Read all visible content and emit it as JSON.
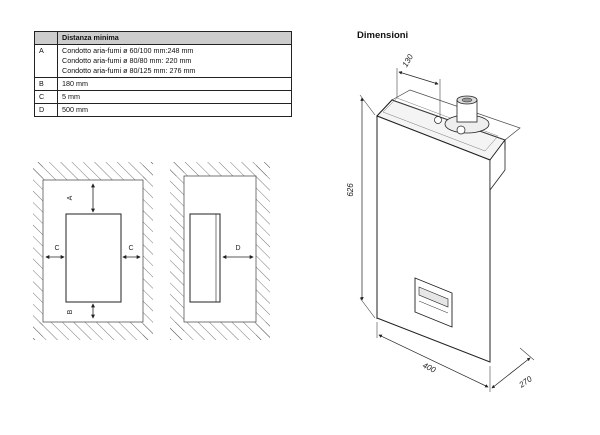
{
  "table": {
    "header": [
      "",
      "Distanza minima"
    ],
    "rows": [
      {
        "key": "A",
        "lines": [
          "Condotto aria-fumi ø 60/100 mm:248 mm",
          "Condotto aria-fumi ø 80/80 mm: 220 mm",
          "Condotto aria-fumi ø 80/125 mm: 276 mm"
        ]
      },
      {
        "key": "B",
        "lines": [
          "180 mm"
        ]
      },
      {
        "key": "C",
        "lines": [
          "5 mm"
        ]
      },
      {
        "key": "D",
        "lines": [
          "500 mm"
        ]
      }
    ]
  },
  "clearance_labels": {
    "a": "A",
    "b": "B",
    "c_left": "C",
    "c_right": "C",
    "d": "D"
  },
  "dimensions": {
    "title": "Dimensioni",
    "flue": "130",
    "height": "626",
    "width": "400",
    "depth": "270"
  }
}
